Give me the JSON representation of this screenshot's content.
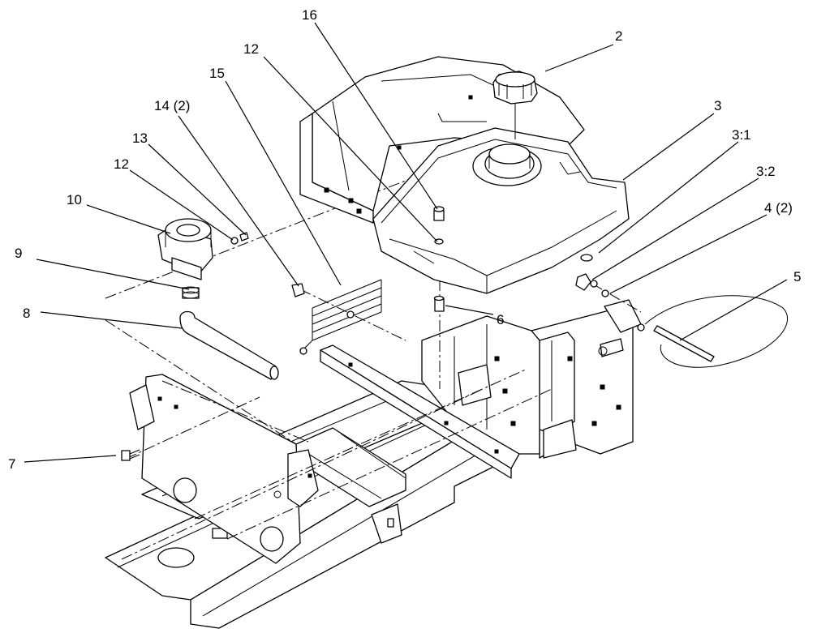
{
  "callouts": {
    "c16": "16",
    "c2": "2",
    "c12a": "12",
    "c15": "15",
    "c14": "14 (2)",
    "c13": "13",
    "c12b": "12",
    "c10": "10",
    "c3": "3",
    "c3_1": "3:1",
    "c3_2": "3:2",
    "c4": "4 (2)",
    "c9": "9",
    "c8": "8",
    "c5": "5",
    "c6": "6",
    "c7": "7"
  }
}
